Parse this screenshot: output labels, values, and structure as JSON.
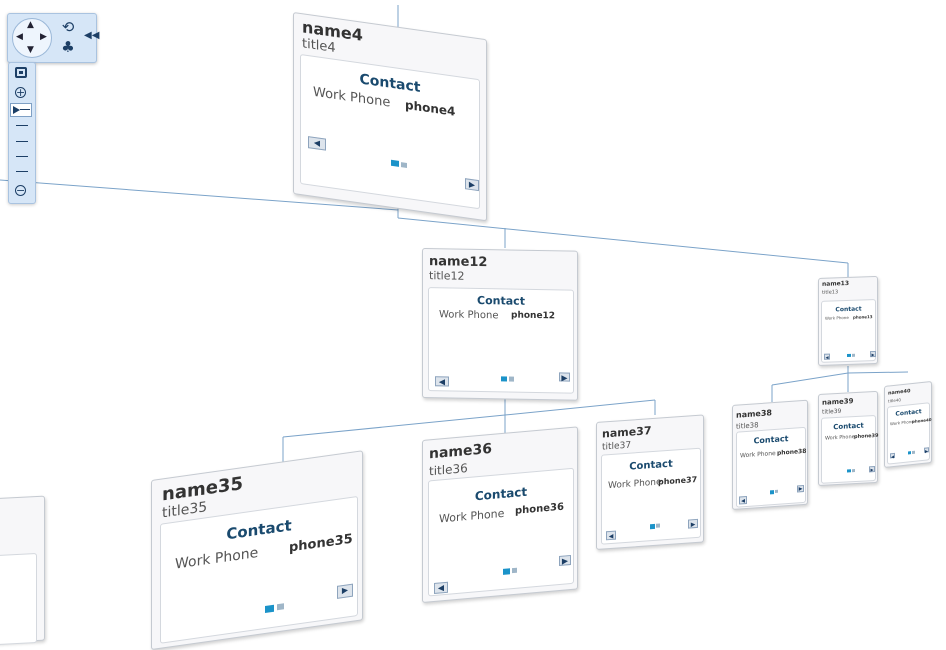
{
  "card_labels": {
    "contact_heading": "Contact",
    "work_phone_label": "Work Phone"
  },
  "cards": [
    {
      "name": "name4",
      "title": "title4",
      "phone": "phone4"
    },
    {
      "name": "name12",
      "title": "title12",
      "phone": "phone12"
    },
    {
      "name": "name13",
      "title": "title13",
      "phone": "phone13"
    },
    {
      "name": "name35",
      "title": "title35",
      "phone": "phone35"
    },
    {
      "name": "name36",
      "title": "title36",
      "phone": "phone36"
    },
    {
      "name": "name37",
      "title": "title37",
      "phone": "phone37"
    },
    {
      "name": "name38",
      "title": "title38",
      "phone": "phone38"
    },
    {
      "name": "name39",
      "title": "title39",
      "phone": "phone39"
    },
    {
      "name": "name40",
      "title": "title40",
      "phone": "phone40"
    }
  ],
  "navigation": {
    "pan_up_icon": "arrow-up",
    "pan_down_icon": "arrow-down",
    "pan_left_icon": "arrow-left",
    "pan_right_icon": "arrow-right",
    "refresh_icon": "refresh",
    "tree_icon": "org-tree",
    "collapse_icon": "double-chevron-left",
    "fit_icon": "fit-to-screen",
    "zoom_in_icon": "plus-circle",
    "zoom_out_icon": "minus-circle"
  },
  "colors": {
    "connector": "#7ba3c9",
    "contact_heading": "#1a4a6e",
    "panel_bg": "#d6e6f7",
    "page_indicator_active": "#1b93c9"
  }
}
